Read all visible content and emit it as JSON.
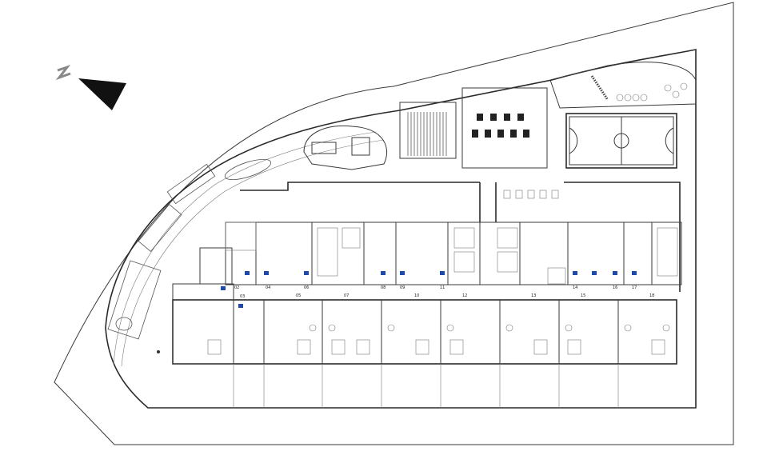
{
  "north_label": "N",
  "unit_numbers": [
    "02",
    "03",
    "04",
    "05",
    "06",
    "07",
    "08",
    "09",
    "10",
    "11",
    "12",
    "13",
    "14",
    "15",
    "16",
    "17",
    "18"
  ],
  "colors": {
    "line": "#3a3a3a",
    "accent_blue": "#1f4aa8",
    "background": "#ffffff"
  }
}
